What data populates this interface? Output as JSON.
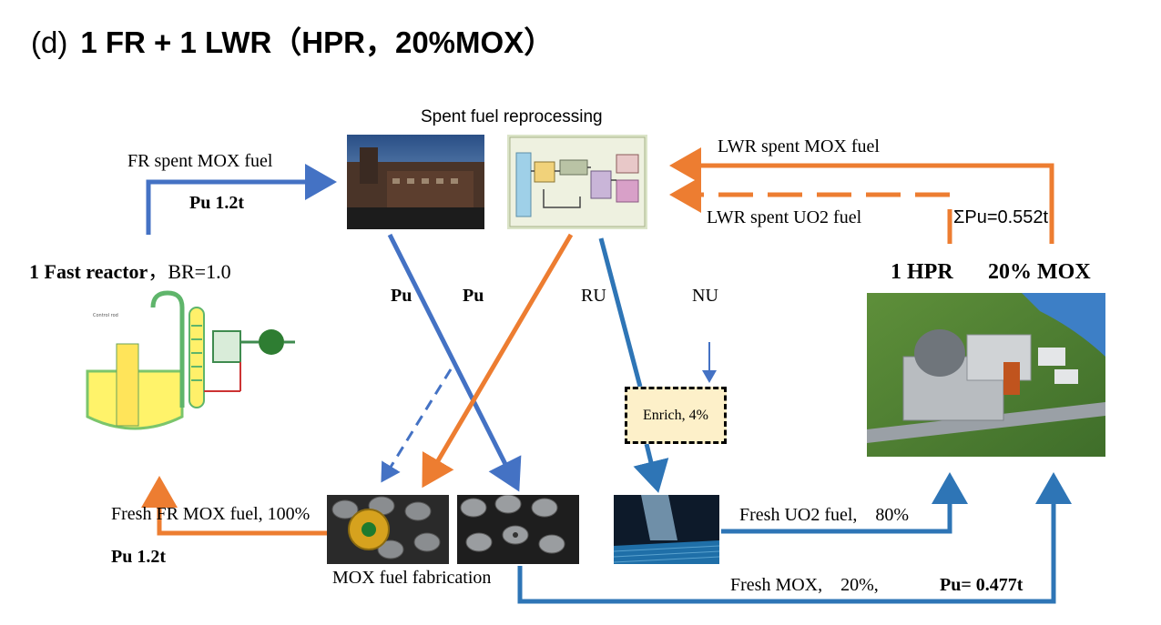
{
  "title": {
    "letter": "(d)",
    "text": "1 FR + 1 LWR（HPR，20%MOX）"
  },
  "reprocessing": {
    "label": "Spent fuel reprocessing"
  },
  "fast_reactor": {
    "name": "1 Fast reactor",
    "br": "，BR=1.0"
  },
  "hpr": {
    "name": "1 HPR",
    "mox": "20% MOX"
  },
  "flows": {
    "fr_spent": "FR spent MOX fuel",
    "fr_spent_pu": "Pu 1.2t",
    "lwr_spent_mox": "LWR spent MOX fuel",
    "lwr_spent_uo2": "LWR spent UO2 fuel",
    "sum_pu": "ΣPu=0.552t",
    "pu_a": "Pu",
    "pu_b": "Pu",
    "ru": "RU",
    "nu": "NU",
    "enrich": "Enrich, 4%",
    "fresh_fr_mox": "Fresh FR MOX fuel, 100%",
    "fresh_fr_pu": "Pu 1.2t",
    "mox_fab": "MOX fuel fabrication",
    "fresh_uo2": "Fresh UO2 fuel,    80%",
    "fresh_mox": "Fresh MOX,    20%,",
    "fresh_mox_pu": "Pu= 0.477t"
  },
  "colors": {
    "orange": "#ed7d31",
    "blue": "#4472c4",
    "blue_dark": "#2e75b6"
  }
}
